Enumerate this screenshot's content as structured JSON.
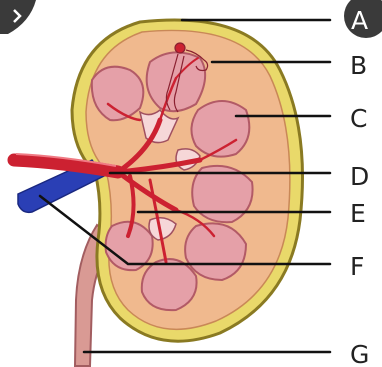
{
  "labels": {
    "a": "A",
    "b": "B",
    "c": "C",
    "d": "D",
    "e": "E",
    "f": "F",
    "g": "G"
  },
  "colors": {
    "background": "#ffffff",
    "capsule_outline": "#8a7a22",
    "capsule_fill": "#e9d96a",
    "cortex_fill": "#f0b98e",
    "pyramid_fill": "#e5a0a8",
    "pyramid_outline": "#b25a66",
    "artery": "#cc2131",
    "vein": "#2a3fb5",
    "ureter_fill": "#d99a94",
    "leader_line": "#111111",
    "corner_badge": "#3a3a3a"
  },
  "icons": {
    "top_left_corner": "chevron-right-icon",
    "top_right_corner": "letter-badge-icon"
  }
}
